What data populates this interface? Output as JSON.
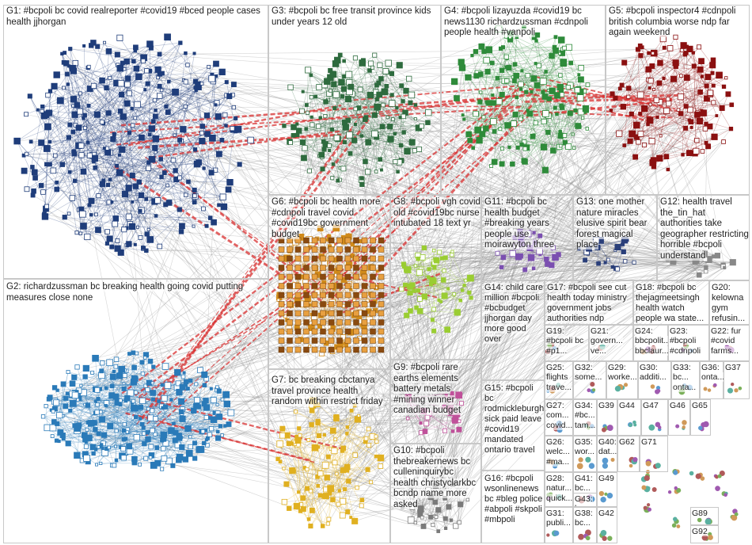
{
  "graph": {
    "groups": [
      {
        "id": "G1",
        "text": "G1: #bcpoli bc covid realreporter #covid19 #bced people cases health jjhorgan",
        "color": "#1f3d7a"
      },
      {
        "id": "G2",
        "text": "G2: richardzussman bc breaking health going covid putting measures close none",
        "color": "#2a7ab8"
      },
      {
        "id": "G3",
        "text": "G3: #bcpoli bc free transit province kids under years 12 old",
        "color": "#2e6b3e"
      },
      {
        "id": "G4",
        "text": "G4: #bcpoli lizayuzda #covid19 bc news1130 richardzussman #cdnpoli people health #vanpoli",
        "color": "#2e8b3a"
      },
      {
        "id": "G5",
        "text": "G5: #bcpoli inspector4 #cdnpoli british columbia worse ndp far again weekend",
        "color": "#8b1010"
      },
      {
        "id": "G6",
        "text": "G6: #bcpoli bc health more #cdnpoli travel covid #covid19bc government budget",
        "color": "#d08a1a"
      },
      {
        "id": "G7",
        "text": "G7: bc breaking cbctanya travel province health random within restrict friday",
        "color": "#e0b020"
      },
      {
        "id": "G8",
        "text": "G8: #bcpoli vgh covid old #covid19bc nurse intubated 18 text yr",
        "color": "#9acd32"
      },
      {
        "id": "G9",
        "text": "G9: #bcpoli rare earths elements battery metals #mining winner canadian budget",
        "color": "#c0509a"
      },
      {
        "id": "G10",
        "text": "G10: #bcpoli thebreakernews bc culleninquirybc health christyclarkbc bcndp name more asked",
        "color": "#7a7a7a"
      },
      {
        "id": "G11",
        "text": "G11: #bcpoli bc health budget #breaking years people use moirawyton three",
        "color": "#7b4fb0"
      },
      {
        "id": "G12",
        "text": "G12: health travel the_tin_hat authorities take geographer restricting horrible #bcpoli understand",
        "color": "#888888"
      },
      {
        "id": "G13",
        "text": "G13: one mother nature miracles elusive spirit bear forest magical place",
        "color": "#2a3f7a"
      },
      {
        "id": "G14",
        "text": "G14: child care million #bcpoli #bcbudget jjhorgan day more good over",
        "color": "#4a8ad0"
      },
      {
        "id": "G15",
        "text": "G15: #bcpoli bc rodmickleburgh sick paid leave #covid19 mandated ontario travel",
        "color": "#7a7a7a"
      },
      {
        "id": "G16",
        "text": "G16: #bcpoli wsonlinenews bc #bleg police #abpoli #skpoli #mbpoli",
        "color": "#7a7a7a"
      },
      {
        "id": "G17",
        "text": "G17: #bcpoli see cut health today ministry government jobs authorities ndp",
        "color": "#7a7a7a"
      },
      {
        "id": "G18",
        "text": "G18: #bcpoli bc thejagmeetsingh health watch people wa state...",
        "color": "#7a7a7a"
      },
      {
        "id": "G19",
        "text": "G19: #bcpoli bc #p1...",
        "color": "#7a7a7a"
      },
      {
        "id": "G20",
        "text": "G20: kelowna gym refusin...",
        "color": "#7a7a7a"
      },
      {
        "id": "G21",
        "text": "G21: govern... ve...",
        "color": "#7a7a7a"
      },
      {
        "id": "G22",
        "text": "G22: fur #covid farms...",
        "color": "#7a7a7a"
      },
      {
        "id": "G23",
        "text": "G23: #bcpoli #cdnpoli",
        "color": "#7a7a7a"
      },
      {
        "id": "G24",
        "text": "G24: bbcpolit... bbclaur...",
        "color": "#7a7a7a"
      },
      {
        "id": "G25",
        "text": "G25: flights trave...",
        "color": "#7a7a7a"
      },
      {
        "id": "G26",
        "text": "G26: welc... #ma...",
        "color": "#7a7a7a"
      },
      {
        "id": "G27",
        "text": "G27: com... covid...",
        "color": "#7a7a7a"
      },
      {
        "id": "G28",
        "text": "G28: natur... quick...",
        "color": "#7a7a7a"
      },
      {
        "id": "G29",
        "text": "G29: worke...",
        "color": "#7a7a7a"
      },
      {
        "id": "G30",
        "text": "G30: additi...",
        "color": "#7a7a7a"
      },
      {
        "id": "G31",
        "text": "G31: publi... ",
        "color": "#7a7a7a"
      },
      {
        "id": "G32",
        "text": "G32: some...",
        "color": "#7a7a7a"
      },
      {
        "id": "G33",
        "text": "G33: bc... onta...",
        "color": "#7a7a7a"
      },
      {
        "id": "G34",
        "text": "G34: #bc... tam...",
        "color": "#7a7a7a"
      },
      {
        "id": "G35",
        "text": "G35: wor... ",
        "color": "#7a7a7a"
      },
      {
        "id": "G36",
        "text": "G36: onta...",
        "color": "#7a7a7a"
      },
      {
        "id": "G37",
        "text": "G37",
        "color": "#7a7a7a"
      },
      {
        "id": "G38",
        "text": "G38: bc...",
        "color": "#7a7a7a"
      },
      {
        "id": "G39",
        "text": "G39",
        "color": "#7a7a7a"
      },
      {
        "id": "G40",
        "text": "G40: dat...",
        "color": "#7a7a7a"
      },
      {
        "id": "G41",
        "text": "G41: bc...",
        "color": "#7a7a7a"
      },
      {
        "id": "G42",
        "text": "G42",
        "color": "#7a7a7a"
      },
      {
        "id": "G43",
        "text": "G43: bc...",
        "color": "#7a7a7a"
      },
      {
        "id": "G44",
        "text": "G44",
        "color": "#7a7a7a"
      },
      {
        "id": "G47",
        "text": "G47",
        "color": "#7a7a7a"
      },
      {
        "id": "G46",
        "text": "G46",
        "color": "#7a7a7a"
      },
      {
        "id": "G49",
        "text": "G49",
        "color": "#7a7a7a"
      },
      {
        "id": "G62",
        "text": "G62",
        "color": "#7a7a7a"
      },
      {
        "id": "G65",
        "text": "G65",
        "color": "#7a7a7a"
      },
      {
        "id": "G71",
        "text": "G71",
        "color": "#7a7a7a"
      },
      {
        "id": "G89",
        "text": "G89",
        "color": "#7a7a7a"
      },
      {
        "id": "G92",
        "text": "G92",
        "color": "#7a7a7a"
      }
    ]
  }
}
